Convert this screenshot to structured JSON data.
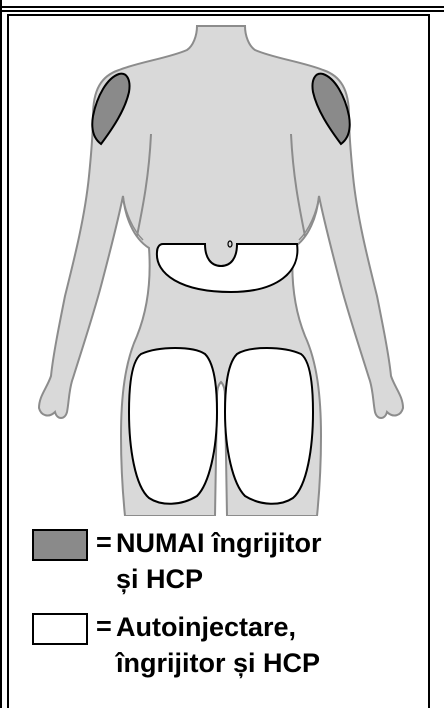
{
  "legend": {
    "items": [
      {
        "swatch": "dark",
        "equals": "=",
        "text": "NUMAI îngrijitor\nși HCP"
      },
      {
        "swatch": "light",
        "equals": "=",
        "text": "Autoinjectare,\nîngrijitor și HCP"
      }
    ]
  },
  "colors": {
    "body_fill": "#d9d9d9",
    "body_outline": "#8c8c8c",
    "site_caregiver": "#8a8a8a",
    "site_self": "#ffffff"
  }
}
